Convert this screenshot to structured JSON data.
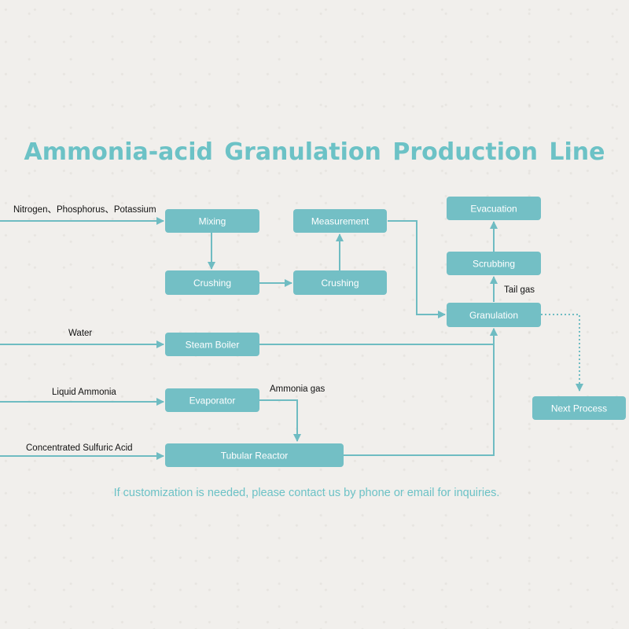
{
  "title": "Ammonia-acid Granulation Production Line",
  "footer": "If customization is needed, please contact us by phone or email for inquiries.",
  "colors": {
    "accent": "#6cc2c6",
    "box_fill": "#73bfc5",
    "box_text": "#ffffff",
    "line": "#6fbcc2"
  },
  "nodes": {
    "mixing": "Mixing",
    "crushing_1": "Crushing",
    "crushing_2": "Crushing",
    "measurement": "Measurement",
    "steam_boiler": "Steam Boiler",
    "evaporator": "Evaporator",
    "tubular_reactor": "Tubular Reactor",
    "evacuation": "Evacuation",
    "scrubbing": "Scrubbing",
    "granulation": "Granulation",
    "next_process": "Next Process"
  },
  "inputs": {
    "npk": "Nitrogen、Phosphorus、Potassium",
    "water": "Water",
    "liquid_ammonia": "Liquid Ammonia",
    "sulfuric_acid": "Concentrated Sulfuric Acid"
  },
  "edge_labels": {
    "ammonia_gas": "Ammonia gas",
    "tail_gas": "Tail gas"
  }
}
